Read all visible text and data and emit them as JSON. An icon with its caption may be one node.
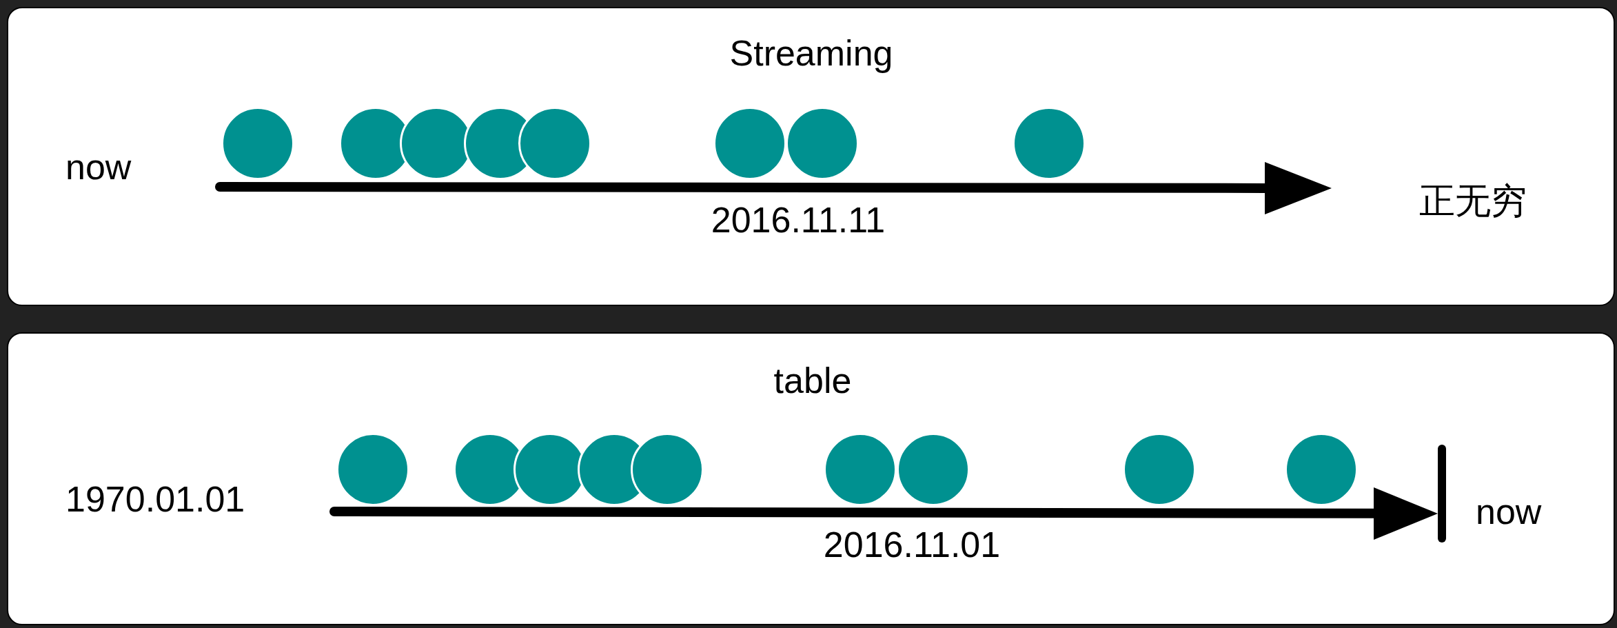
{
  "diagram": {
    "nodes": [
      {
        "text": [
          "Streaming",
          "now",
          "2016.11.11",
          "正无穷"
        ]
      },
      {
        "text": [],
        "shape": "circle",
        "in": 0
      },
      {
        "text": [],
        "shape": "circle",
        "in": 0
      },
      {
        "text": [],
        "shape": "circle",
        "in": 0
      },
      {
        "text": [],
        "shape": "circle",
        "in": 0
      },
      {
        "text": [],
        "shape": "circle",
        "in": 0
      },
      {
        "text": [],
        "shape": "circle",
        "in": 0
      },
      {
        "text": [],
        "shape": "circle",
        "in": 0
      },
      {
        "text": [],
        "shape": "circle",
        "in": 0
      },
      {
        "text": [
          "table",
          "1970.01.01",
          "2016.11.01",
          "now"
        ]
      },
      {
        "text": [],
        "shape": "circle",
        "in": 9
      },
      {
        "text": [],
        "shape": "circle",
        "in": 9
      },
      {
        "text": [],
        "shape": "circle",
        "in": 9
      },
      {
        "text": [],
        "shape": "circle",
        "in": 9
      },
      {
        "text": [],
        "shape": "circle",
        "in": 9
      },
      {
        "text": [],
        "shape": "circle",
        "in": 9
      },
      {
        "text": [],
        "shape": "circle",
        "in": 9
      },
      {
        "text": [],
        "shape": "circle",
        "in": 9
      },
      {
        "text": [],
        "shape": "circle",
        "in": 9
      }
    ]
  }
}
